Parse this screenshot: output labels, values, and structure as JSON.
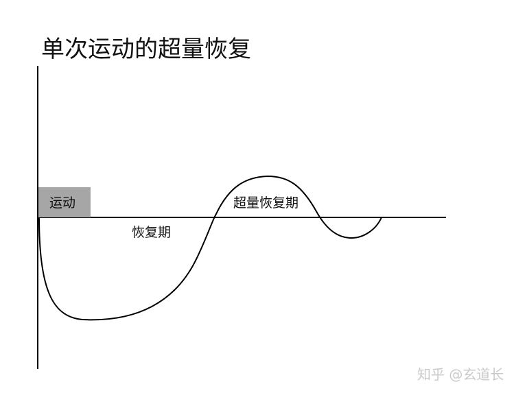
{
  "title": "单次运动的超量恢复",
  "labels": {
    "exercise": "运动",
    "recovery": "恢复期",
    "supercompensation": "超量恢复期"
  },
  "colors": {
    "exercise_box": "#a6a6a6",
    "line": "#000000",
    "watermark": "#c9c9c9"
  },
  "watermark": "知乎 @玄道长"
}
